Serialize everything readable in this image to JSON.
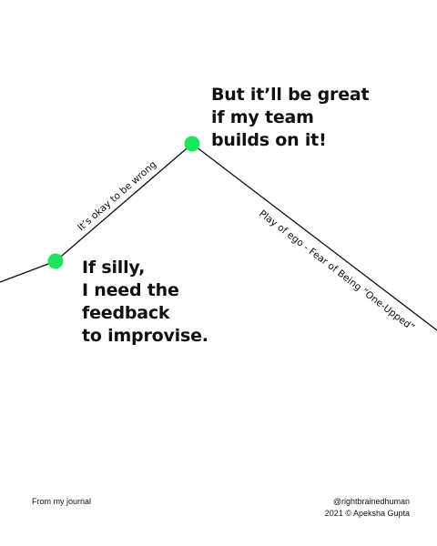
{
  "colors": {
    "accent": "#1ee65b",
    "line": "#111111",
    "text": "#111111",
    "background": "#ffffff"
  },
  "diagram": {
    "peak_node_label": [
      "But it’ll be great",
      "if my team",
      "builds on it!"
    ],
    "left_node_label": [
      "If silly,",
      "I need the",
      "feedback",
      "to improvise."
    ],
    "rising_path_label": "It’s okay to be wrong",
    "falling_path_label": "Play of ego - Fear of Being “One-Upped”"
  },
  "footer": {
    "left": "From my journal",
    "handle": "@rightbrainedhuman",
    "credit": "2021 © Apeksha Gupta"
  }
}
